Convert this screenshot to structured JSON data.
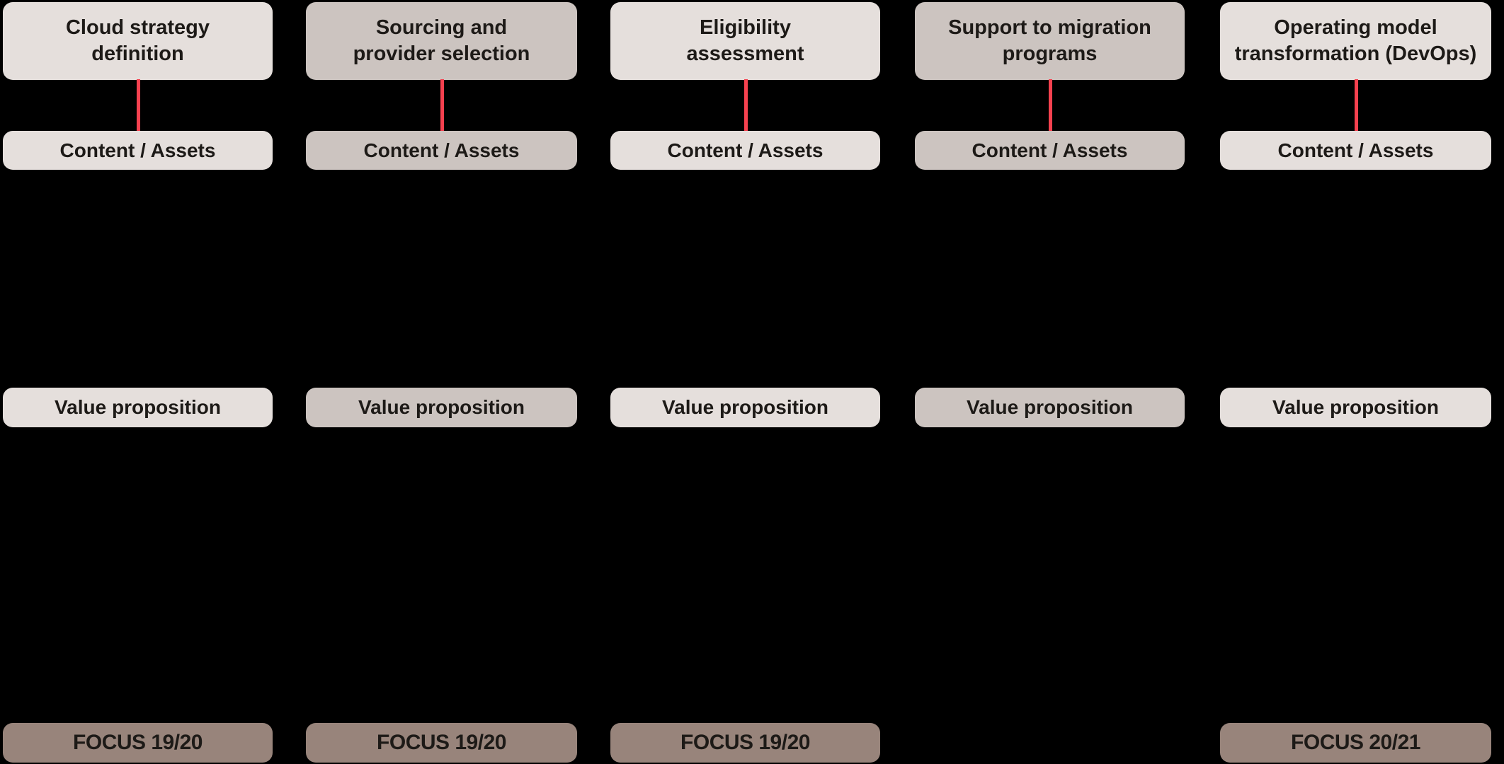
{
  "diagram": {
    "colors": {
      "background": "#000000",
      "box_light": "#e5dfdc",
      "box_dark": "#ccc4c0",
      "box_focus": "#98847b",
      "connector_red": "#f6414f",
      "text": "#1d1a17"
    },
    "columns": [
      {
        "title": "Cloud strategy\ndefinition",
        "content_label": "Content / Assets",
        "value_label": "Value proposition",
        "focus_label": "FOCUS 19/20"
      },
      {
        "title": "Sourcing and\nprovider selection",
        "content_label": "Content / Assets",
        "value_label": "Value proposition",
        "focus_label": "FOCUS 19/20"
      },
      {
        "title": "Eligibility\nassessment",
        "content_label": "Content / Assets",
        "value_label": "Value proposition",
        "focus_label": "FOCUS 19/20"
      },
      {
        "title": "Support to migration\nprograms",
        "content_label": "Content / Assets",
        "value_label": "Value proposition"
      },
      {
        "title": "Operating model\ntransformation (DevOps)",
        "content_label": "Content / Assets",
        "value_label": "Value proposition",
        "focus_label": "FOCUS 20/21"
      }
    ]
  }
}
